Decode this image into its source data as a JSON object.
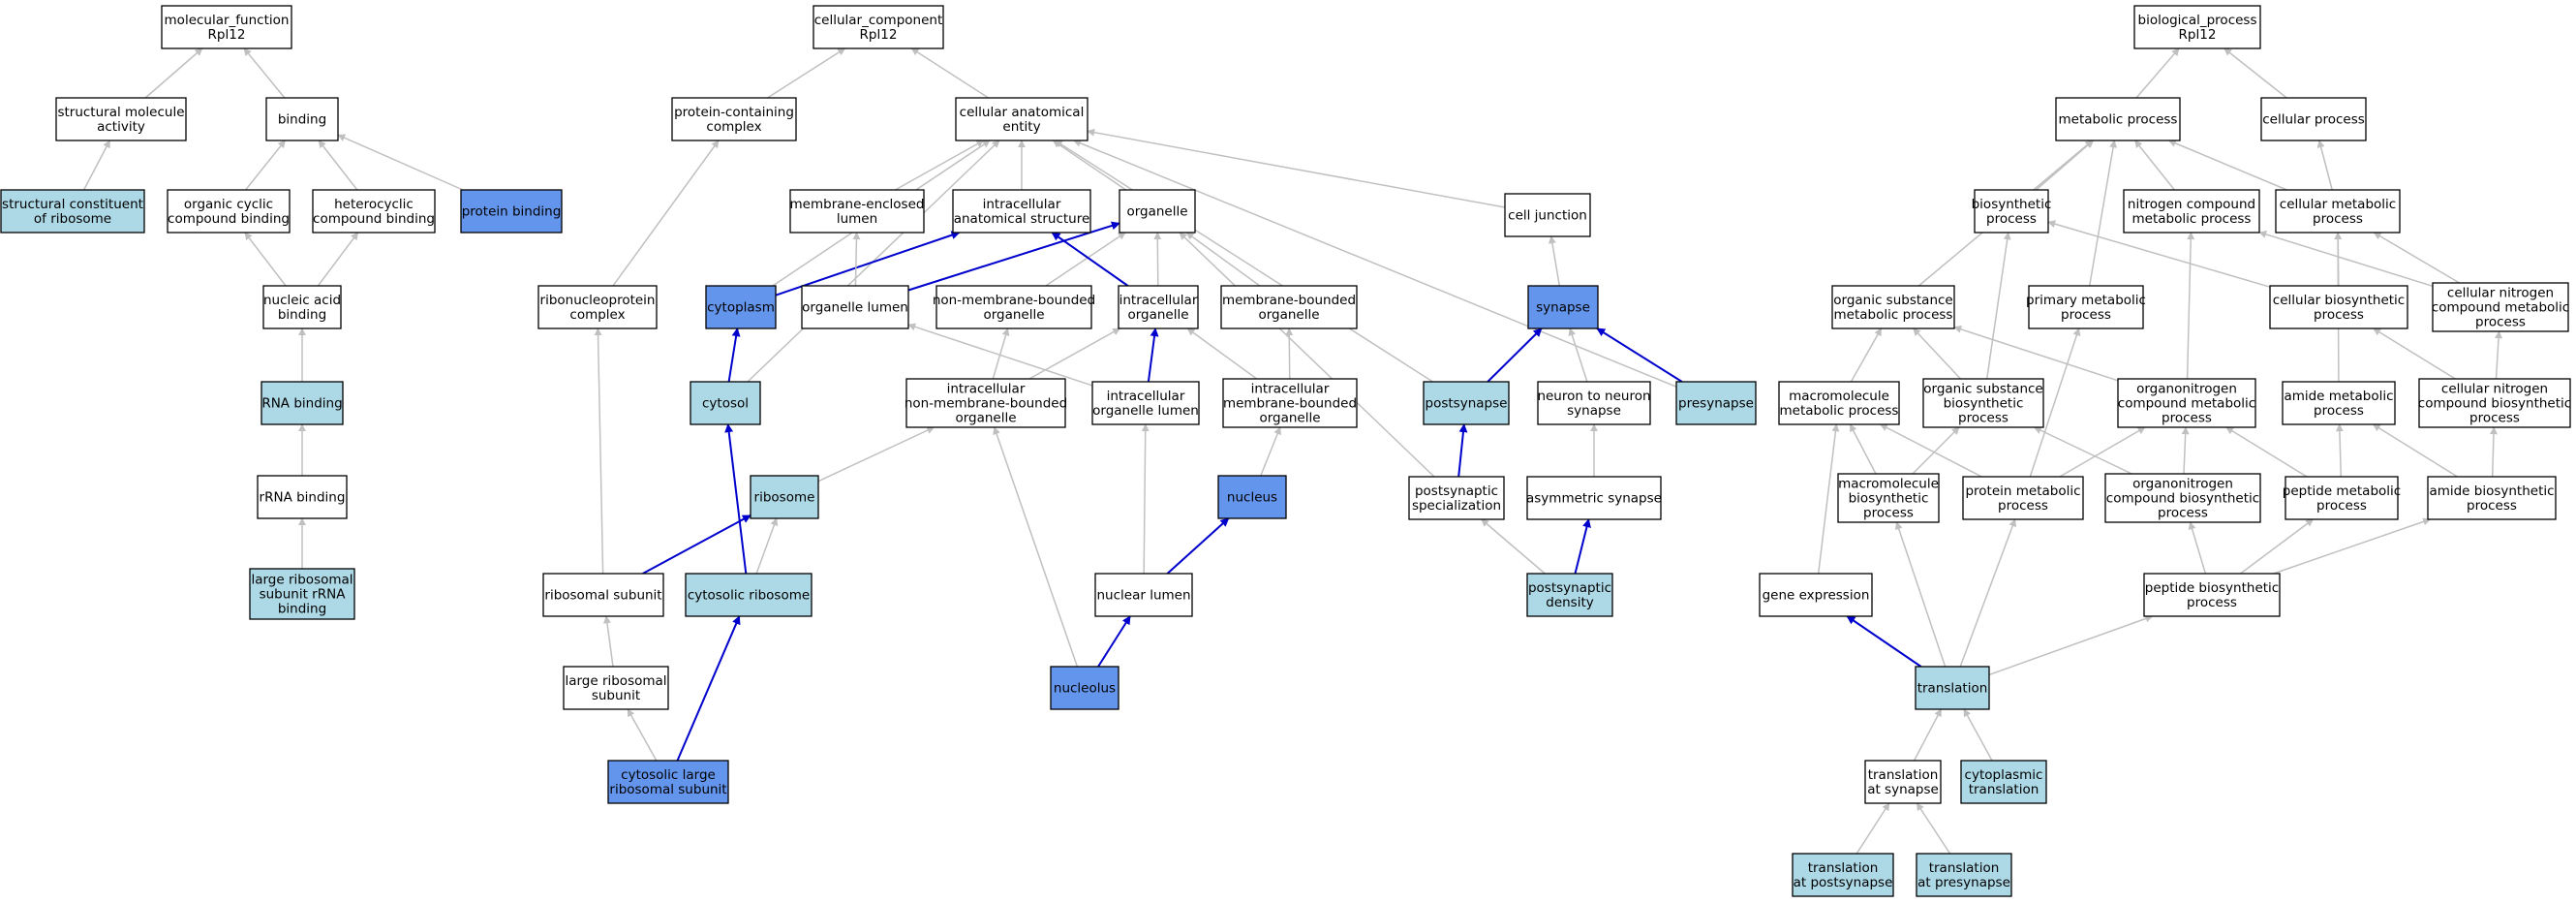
{
  "colors": {
    "default_fill": "#ffffff",
    "light_fill": "#add8e6",
    "dark_fill": "#6495ed",
    "gray_edge": "#c0c0c0",
    "blue_edge": "#0000cd",
    "border": "#000000"
  },
  "nodes": [
    {
      "id": "mf",
      "lines": [
        "molecular_function",
        "Rpl12"
      ],
      "style": "default"
    },
    {
      "id": "struct_mol",
      "lines": [
        "structural molecule",
        "activity"
      ],
      "style": "default"
    },
    {
      "id": "binding",
      "lines": [
        "binding"
      ],
      "style": "default"
    },
    {
      "id": "struct_ribo",
      "lines": [
        "structural constituent",
        "of ribosome"
      ],
      "style": "light"
    },
    {
      "id": "org_cyc",
      "lines": [
        "organic cyclic",
        "compound binding"
      ],
      "style": "default"
    },
    {
      "id": "hetero",
      "lines": [
        "heterocyclic",
        "compound binding"
      ],
      "style": "default"
    },
    {
      "id": "protein_binding",
      "lines": [
        "protein binding"
      ],
      "style": "dark"
    },
    {
      "id": "nucleic_acid",
      "lines": [
        "nucleic acid",
        "binding"
      ],
      "style": "default"
    },
    {
      "id": "rna_binding",
      "lines": [
        "RNA binding"
      ],
      "style": "light"
    },
    {
      "id": "rrna_binding",
      "lines": [
        "rRNA binding"
      ],
      "style": "default"
    },
    {
      "id": "large_rrna",
      "lines": [
        "large ribosomal",
        "subunit rRNA",
        "binding"
      ],
      "style": "light"
    },
    {
      "id": "cc",
      "lines": [
        "cellular_component",
        "Rpl12"
      ],
      "style": "default"
    },
    {
      "id": "prot_complex",
      "lines": [
        "protein-containing",
        "complex"
      ],
      "style": "default"
    },
    {
      "id": "cae",
      "lines": [
        "cellular anatomical",
        "entity"
      ],
      "style": "default"
    },
    {
      "id": "mem_lumen",
      "lines": [
        "membrane-enclosed",
        "lumen"
      ],
      "style": "default"
    },
    {
      "id": "ias",
      "lines": [
        "intracellular",
        "anatomical structure"
      ],
      "style": "default"
    },
    {
      "id": "organelle",
      "lines": [
        "organelle"
      ],
      "style": "default"
    },
    {
      "id": "cell_junction",
      "lines": [
        "cell junction"
      ],
      "style": "default"
    },
    {
      "id": "rnp_complex",
      "lines": [
        "ribonucleoprotein",
        "complex"
      ],
      "style": "default"
    },
    {
      "id": "cytoplasm",
      "lines": [
        "cytoplasm"
      ],
      "style": "dark"
    },
    {
      "id": "org_lumen",
      "lines": [
        "organelle lumen"
      ],
      "style": "default"
    },
    {
      "id": "nmb_org",
      "lines": [
        "non-membrane-bounded",
        "organelle"
      ],
      "style": "default"
    },
    {
      "id": "ic_org",
      "lines": [
        "intracellular",
        "organelle"
      ],
      "style": "default"
    },
    {
      "id": "mb_org",
      "lines": [
        "membrane-bounded",
        "organelle"
      ],
      "style": "default"
    },
    {
      "id": "synapse",
      "lines": [
        "synapse"
      ],
      "style": "dark"
    },
    {
      "id": "cytosol",
      "lines": [
        "cytosol"
      ],
      "style": "light"
    },
    {
      "id": "ic_nmb_org",
      "lines": [
        "intracellular",
        "non-membrane-bounded",
        "organelle"
      ],
      "style": "default"
    },
    {
      "id": "ic_org_lumen",
      "lines": [
        "intracellular",
        "organelle lumen"
      ],
      "style": "default"
    },
    {
      "id": "ic_mb_org",
      "lines": [
        "intracellular",
        "membrane-bounded",
        "organelle"
      ],
      "style": "default"
    },
    {
      "id": "postsynapse",
      "lines": [
        "postsynapse"
      ],
      "style": "light"
    },
    {
      "id": "n2n_synapse",
      "lines": [
        "neuron to neuron",
        "synapse"
      ],
      "style": "default"
    },
    {
      "id": "presynapse",
      "lines": [
        "presynapse"
      ],
      "style": "light"
    },
    {
      "id": "ribosome",
      "lines": [
        "ribosome"
      ],
      "style": "light"
    },
    {
      "id": "nucleus",
      "lines": [
        "nucleus"
      ],
      "style": "dark"
    },
    {
      "id": "post_spec",
      "lines": [
        "postsynaptic",
        "specialization"
      ],
      "style": "default"
    },
    {
      "id": "asym_synapse",
      "lines": [
        "asymmetric synapse"
      ],
      "style": "default"
    },
    {
      "id": "ribo_subunit",
      "lines": [
        "ribosomal subunit"
      ],
      "style": "default"
    },
    {
      "id": "cyto_ribo",
      "lines": [
        "cytosolic ribosome"
      ],
      "style": "light"
    },
    {
      "id": "nuc_lumen",
      "lines": [
        "nuclear lumen"
      ],
      "style": "default"
    },
    {
      "id": "post_density",
      "lines": [
        "postsynaptic",
        "density"
      ],
      "style": "light"
    },
    {
      "id": "large_ribo_sub",
      "lines": [
        "large ribosomal",
        "subunit"
      ],
      "style": "default"
    },
    {
      "id": "nucleolus",
      "lines": [
        "nucleolus"
      ],
      "style": "dark"
    },
    {
      "id": "cyto_large_sub",
      "lines": [
        "cytosolic large",
        "ribosomal subunit"
      ],
      "style": "dark"
    },
    {
      "id": "bp",
      "lines": [
        "biological_process",
        "Rpl12"
      ],
      "style": "default"
    },
    {
      "id": "met_proc",
      "lines": [
        "metabolic process"
      ],
      "style": "default"
    },
    {
      "id": "cell_proc",
      "lines": [
        "cellular process"
      ],
      "style": "default"
    },
    {
      "id": "biosyn",
      "lines": [
        "biosynthetic",
        "process"
      ],
      "style": "default"
    },
    {
      "id": "nitro_met",
      "lines": [
        "nitrogen compound",
        "metabolic process"
      ],
      "style": "default"
    },
    {
      "id": "cell_met",
      "lines": [
        "cellular metabolic",
        "process"
      ],
      "style": "default"
    },
    {
      "id": "org_sub_met",
      "lines": [
        "organic substance",
        "metabolic process"
      ],
      "style": "default"
    },
    {
      "id": "prim_met",
      "lines": [
        "primary metabolic",
        "process"
      ],
      "style": "default"
    },
    {
      "id": "cell_biosyn",
      "lines": [
        "cellular biosynthetic",
        "process"
      ],
      "style": "default"
    },
    {
      "id": "cell_nitro_met",
      "lines": [
        "cellular nitrogen",
        "compound metabolic",
        "process"
      ],
      "style": "default"
    },
    {
      "id": "macro_met",
      "lines": [
        "macromolecule",
        "metabolic process"
      ],
      "style": "default"
    },
    {
      "id": "org_sub_biosyn",
      "lines": [
        "organic substance",
        "biosynthetic",
        "process"
      ],
      "style": "default"
    },
    {
      "id": "orgnitro_met",
      "lines": [
        "organonitrogen",
        "compound metabolic",
        "process"
      ],
      "style": "default"
    },
    {
      "id": "amide_met",
      "lines": [
        "amide metabolic",
        "process"
      ],
      "style": "default"
    },
    {
      "id": "cell_nitro_biosyn",
      "lines": [
        "cellular nitrogen",
        "compound biosynthetic",
        "process"
      ],
      "style": "default"
    },
    {
      "id": "macro_biosyn",
      "lines": [
        "macromolecule",
        "biosynthetic",
        "process"
      ],
      "style": "default"
    },
    {
      "id": "prot_met",
      "lines": [
        "protein metabolic",
        "process"
      ],
      "style": "default"
    },
    {
      "id": "orgnitro_biosyn",
      "lines": [
        "organonitrogen",
        "compound biosynthetic",
        "process"
      ],
      "style": "default"
    },
    {
      "id": "pep_met",
      "lines": [
        "peptide metabolic",
        "process"
      ],
      "style": "default"
    },
    {
      "id": "amide_biosyn",
      "lines": [
        "amide biosynthetic",
        "process"
      ],
      "style": "default"
    },
    {
      "id": "gene_expr",
      "lines": [
        "gene expression"
      ],
      "style": "default"
    },
    {
      "id": "pep_biosyn",
      "lines": [
        "peptide biosynthetic",
        "process"
      ],
      "style": "default"
    },
    {
      "id": "translation",
      "lines": [
        "translation"
      ],
      "style": "light"
    },
    {
      "id": "trans_synapse",
      "lines": [
        "translation",
        "at synapse"
      ],
      "style": "default"
    },
    {
      "id": "cyto_trans",
      "lines": [
        "cytoplasmic",
        "translation"
      ],
      "style": "light"
    },
    {
      "id": "trans_post",
      "lines": [
        "translation",
        "at postsynapse"
      ],
      "style": "light"
    },
    {
      "id": "trans_pre",
      "lines": [
        "translation",
        "at presynapse"
      ],
      "style": "light"
    }
  ]
}
